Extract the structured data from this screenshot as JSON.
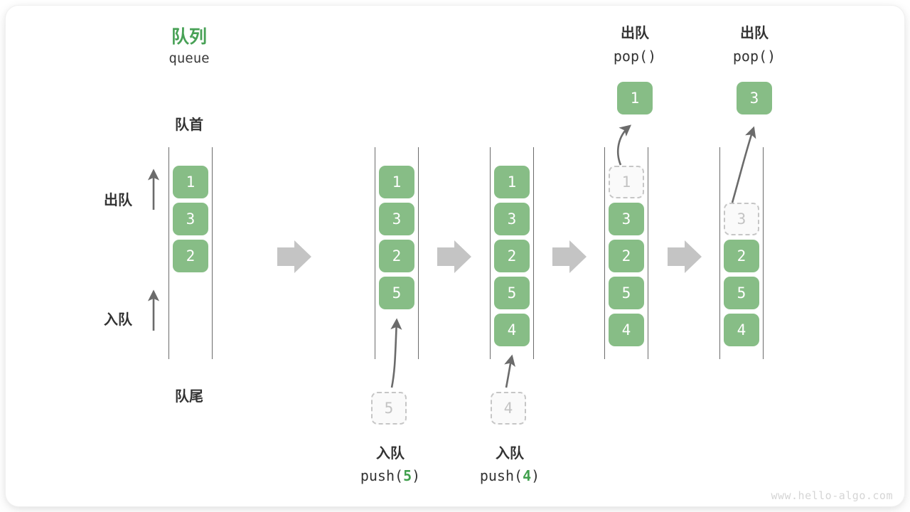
{
  "diagram": {
    "title_cn": "队列",
    "title_en": "queue",
    "front_label": "队首",
    "rear_label": "队尾",
    "dequeue_side_label": "出队",
    "enqueue_side_label": "入队",
    "watermark": "www.hello-algo.com",
    "colors": {
      "element_green": "#87bd86",
      "title_green": "#48a156",
      "ghost_border": "#c6c6c6",
      "ghost_text": "#c3c3c3",
      "rail": "#6b6b6b",
      "arrow_gray": "#6b6b6b",
      "step_arrow_gray": "#c4c4c4",
      "text_dark": "#333333",
      "watermark_gray": "#d5d5d5"
    }
  },
  "stages": [
    {
      "id": "stage-initial",
      "caption_cn": "",
      "caption_code": "",
      "cells": [
        {
          "value": "1",
          "state": "filled"
        },
        {
          "value": "3",
          "state": "filled"
        },
        {
          "value": "2",
          "state": "filled"
        }
      ]
    },
    {
      "id": "stage-push-5",
      "caption_cn": "入队",
      "caption_code_prefix": "push(",
      "caption_code_value": "5",
      "caption_code_suffix": ")",
      "incoming_value": "5",
      "cells": [
        {
          "value": "1",
          "state": "filled"
        },
        {
          "value": "3",
          "state": "filled"
        },
        {
          "value": "2",
          "state": "filled"
        },
        {
          "value": "5",
          "state": "filled"
        }
      ]
    },
    {
      "id": "stage-push-4",
      "caption_cn": "入队",
      "caption_code_prefix": "push(",
      "caption_code_value": "4",
      "caption_code_suffix": ")",
      "incoming_value": "4",
      "cells": [
        {
          "value": "1",
          "state": "filled"
        },
        {
          "value": "3",
          "state": "filled"
        },
        {
          "value": "2",
          "state": "filled"
        },
        {
          "value": "5",
          "state": "filled"
        },
        {
          "value": "4",
          "state": "filled"
        }
      ]
    },
    {
      "id": "stage-pop-1",
      "caption_cn": "出队",
      "caption_code_prefix": "pop(",
      "caption_code_value": "",
      "caption_code_suffix": ")",
      "outgoing_value": "1",
      "cells": [
        {
          "value": "1",
          "state": "ghost"
        },
        {
          "value": "3",
          "state": "filled"
        },
        {
          "value": "2",
          "state": "filled"
        },
        {
          "value": "5",
          "state": "filled"
        },
        {
          "value": "4",
          "state": "filled"
        }
      ]
    },
    {
      "id": "stage-pop-3",
      "caption_cn": "出队",
      "caption_code_prefix": "pop(",
      "caption_code_value": "",
      "caption_code_suffix": ")",
      "outgoing_value": "3",
      "cells": [
        {
          "value": "",
          "state": "empty"
        },
        {
          "value": "3",
          "state": "ghost"
        },
        {
          "value": "2",
          "state": "filled"
        },
        {
          "value": "5",
          "state": "filled"
        },
        {
          "value": "4",
          "state": "filled"
        }
      ]
    }
  ],
  "step_separators": [
    "step-arrow-1",
    "step-arrow-2",
    "step-arrow-3",
    "step-arrow-4"
  ]
}
